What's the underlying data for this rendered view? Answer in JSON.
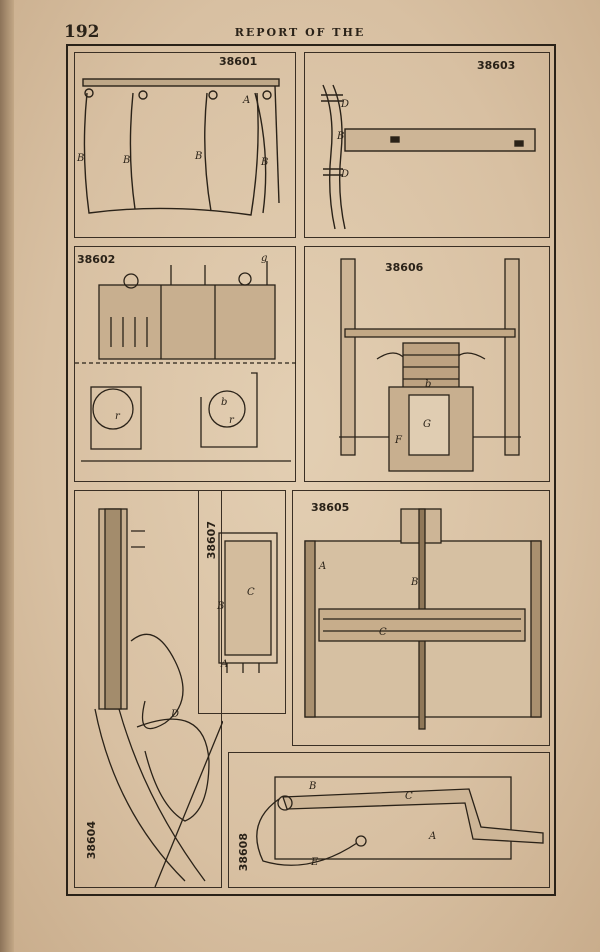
{
  "header": {
    "page_number": "192",
    "running_title": "REPORT OF THE"
  },
  "patents": [
    {
      "number": "38601",
      "letters": [
        "A",
        "B",
        "B",
        "B",
        "B"
      ]
    },
    {
      "number": "38602",
      "letters": [
        "g",
        "b",
        "r",
        "r"
      ]
    },
    {
      "number": "38603",
      "letters": [
        "D",
        "B",
        "D"
      ]
    },
    {
      "number": "38604",
      "letters": [
        "D"
      ]
    },
    {
      "number": "38605",
      "letters": [
        "A",
        "B",
        "C"
      ]
    },
    {
      "number": "38606",
      "letters": [
        "b",
        "G",
        "F"
      ]
    },
    {
      "number": "38607",
      "letters": [
        "C",
        "B",
        "A"
      ]
    },
    {
      "number": "38608",
      "letters": [
        "B",
        "C",
        "A",
        "E"
      ]
    }
  ]
}
